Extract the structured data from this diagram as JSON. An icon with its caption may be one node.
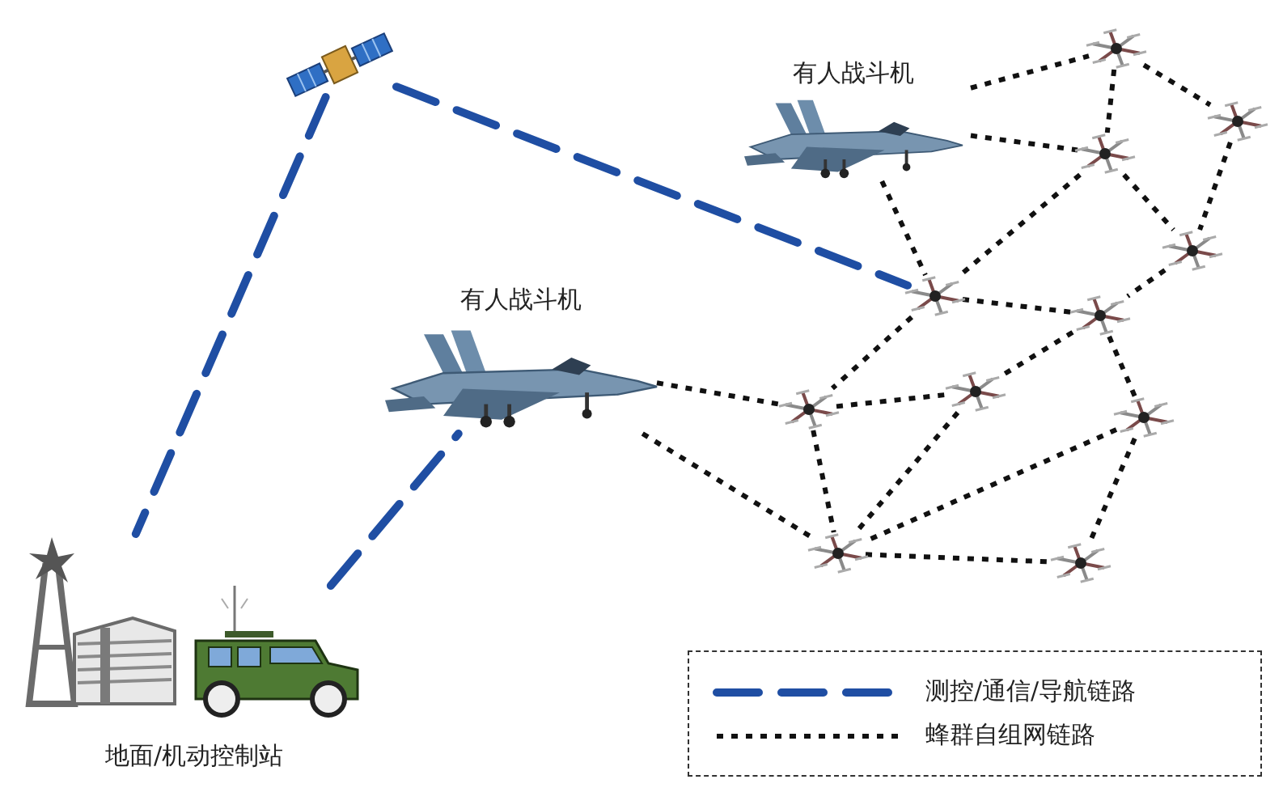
{
  "diagram": {
    "nodes": [
      {
        "text": [],
        "shape": "picture"
      },
      {
        "text": [
          "有人战斗机"
        ]
      },
      {
        "text": [
          "有人战斗机"
        ]
      },
      {
        "text": [],
        "shape": "picture"
      },
      {
        "text": [],
        "shape": "picture"
      },
      {
        "text": [],
        "shape": "picture"
      },
      {
        "text": [],
        "shape": "picture"
      },
      {
        "text": [],
        "shape": "picture"
      },
      {
        "text": [],
        "shape": "picture"
      },
      {
        "text": [],
        "shape": "picture"
      },
      {
        "text": [],
        "shape": "picture"
      },
      {
        "text": [],
        "shape": "picture"
      },
      {
        "text": [],
        "shape": "picture"
      },
      {
        "text": [],
        "shape": "picture"
      },
      {
        "text": [
          "地面/机动控制站"
        ]
      },
      {
        "text": [],
        "shape": "picture",
        "in": 14
      },
      {
        "text": [],
        "shape": "picture",
        "in": 14
      }
    ],
    "edges": [
      {
        "from": 0,
        "to": 15,
        "arrow": "none",
        "style": "dashed",
        "color": "#1f4ea3"
      },
      {
        "from": 0,
        "to": 7,
        "arrow": "none",
        "style": "dashed",
        "color": "#1f4ea3"
      },
      {
        "from": 16,
        "to": 2,
        "arrow": "none",
        "style": "dashed",
        "color": "#1f4ea3"
      },
      {
        "from": 1,
        "to": 3,
        "arrow": "none"
      },
      {
        "from": 1,
        "to": 5,
        "arrow": "none"
      },
      {
        "from": 1,
        "to": 7,
        "arrow": "none"
      },
      {
        "from": 3,
        "to": 5,
        "arrow": "none"
      },
      {
        "from": 3,
        "to": 4,
        "arrow": "none"
      },
      {
        "from": 4,
        "to": 6,
        "arrow": "none"
      },
      {
        "from": 5,
        "to": 6,
        "arrow": "none"
      },
      {
        "from": 5,
        "to": 7,
        "arrow": "none"
      },
      {
        "from": 7,
        "to": 8,
        "arrow": "none"
      },
      {
        "from": 6,
        "to": 8,
        "arrow": "none"
      },
      {
        "from": 7,
        "to": 9,
        "arrow": "none"
      },
      {
        "from": 8,
        "to": 10,
        "arrow": "none"
      },
      {
        "from": 8,
        "to": 11,
        "arrow": "none"
      },
      {
        "from": 2,
        "to": 9,
        "arrow": "none"
      },
      {
        "from": 2,
        "to": 12,
        "arrow": "none"
      },
      {
        "from": 9,
        "to": 10,
        "arrow": "none"
      },
      {
        "from": 9,
        "to": 12,
        "arrow": "none"
      },
      {
        "from": 10,
        "to": 12,
        "arrow": "none"
      },
      {
        "from": 11,
        "to": 12,
        "arrow": "none"
      },
      {
        "from": 11,
        "to": 13,
        "arrow": "none"
      },
      {
        "from": 12,
        "to": 13,
        "arrow": "none"
      }
    ],
    "legend": [
      {
        "text": "测控/通信/导航链路"
      },
      {
        "text": "蜂群自组网链路"
      }
    ]
  }
}
